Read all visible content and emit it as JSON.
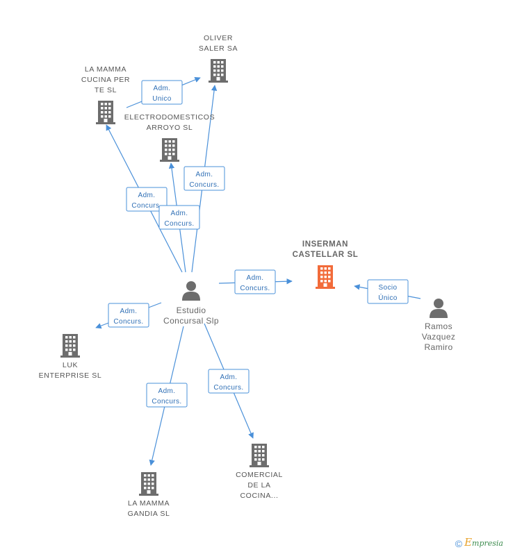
{
  "nodes": {
    "estudio": {
      "label": "Estudio\nConcursal Slp",
      "kind": "person"
    },
    "ramos": {
      "label": "Ramos\nVazquez\nRamiro",
      "kind": "person"
    },
    "inserman": {
      "label": "INSERMAN\nCASTELLAR SL",
      "kind": "company-main"
    },
    "oliver": {
      "label": "OLIVER\nSALER SA",
      "kind": "company"
    },
    "lamamma_cucina": {
      "label": "LA MAMMA\nCUCINA PER\nTE  SL",
      "kind": "company"
    },
    "electro": {
      "label": "ELECTRODOMESTICOS\nARROYO  SL",
      "kind": "company"
    },
    "luk": {
      "label": "LUK\nENTERPRISE SL",
      "kind": "company"
    },
    "lamamma_gandia": {
      "label": "LA MAMMA\nGANDIA  SL",
      "kind": "company"
    },
    "comercial": {
      "label": "COMERCIAL\nDE LA\nCOCINA...",
      "kind": "company"
    }
  },
  "edges": [
    {
      "from": "lamamma_cucina",
      "to": "oliver",
      "label": [
        "Adm.",
        "Unico"
      ]
    },
    {
      "from": "estudio",
      "to": "oliver",
      "label": [
        "Adm.",
        "Concurs."
      ]
    },
    {
      "from": "estudio",
      "to": "lamamma_cucina",
      "label": [
        "Adm.",
        "Concurs."
      ]
    },
    {
      "from": "estudio",
      "to": "electro",
      "label": [
        "Adm.",
        "Concurs."
      ]
    },
    {
      "from": "estudio",
      "to": "inserman",
      "label": [
        "Adm.",
        "Concurs."
      ]
    },
    {
      "from": "ramos",
      "to": "inserman",
      "label": [
        "Socio",
        "Único"
      ]
    },
    {
      "from": "estudio",
      "to": "luk",
      "label": [
        "Adm.",
        "Concurs."
      ]
    },
    {
      "from": "estudio",
      "to": "lamamma_gandia",
      "label": [
        "Adm.",
        "Concurs."
      ]
    },
    {
      "from": "estudio",
      "to": "comercial",
      "label": [
        "Adm.",
        "Concurs."
      ]
    }
  ],
  "footer": {
    "copyright": "©",
    "brand_initial": "E",
    "brand_rest": "mpresia"
  },
  "colors": {
    "edge": "#4a90d9",
    "company": "#6d6d6d",
    "main_company": "#f26b3a",
    "person": "#6d6d6d"
  }
}
